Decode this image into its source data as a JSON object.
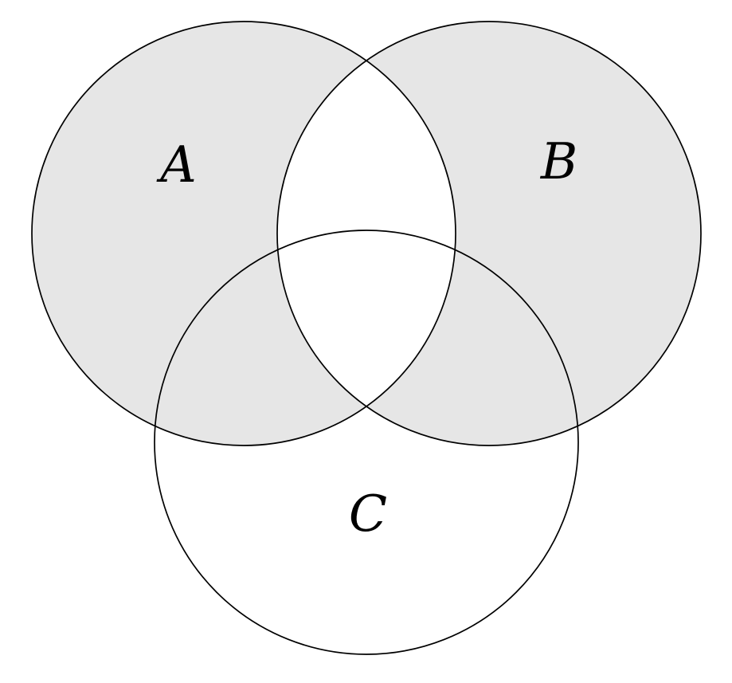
{
  "diagram": {
    "type": "venn-3-sets",
    "shaded_region": "symmetric difference of A and B (regions in exactly one of A, B; C-only and all overlaps with both A and B are unshaded)",
    "sets": [
      {
        "label": "A",
        "position": "top-left"
      },
      {
        "label": "B",
        "position": "top-right"
      },
      {
        "label": "C",
        "position": "bottom-center"
      }
    ]
  },
  "labels": {
    "a": "A",
    "b": "B",
    "c": "C"
  },
  "colors": {
    "shaded": "#e6e6e6",
    "stroke": "#000000",
    "background": "#ffffff",
    "label": "#000000"
  }
}
